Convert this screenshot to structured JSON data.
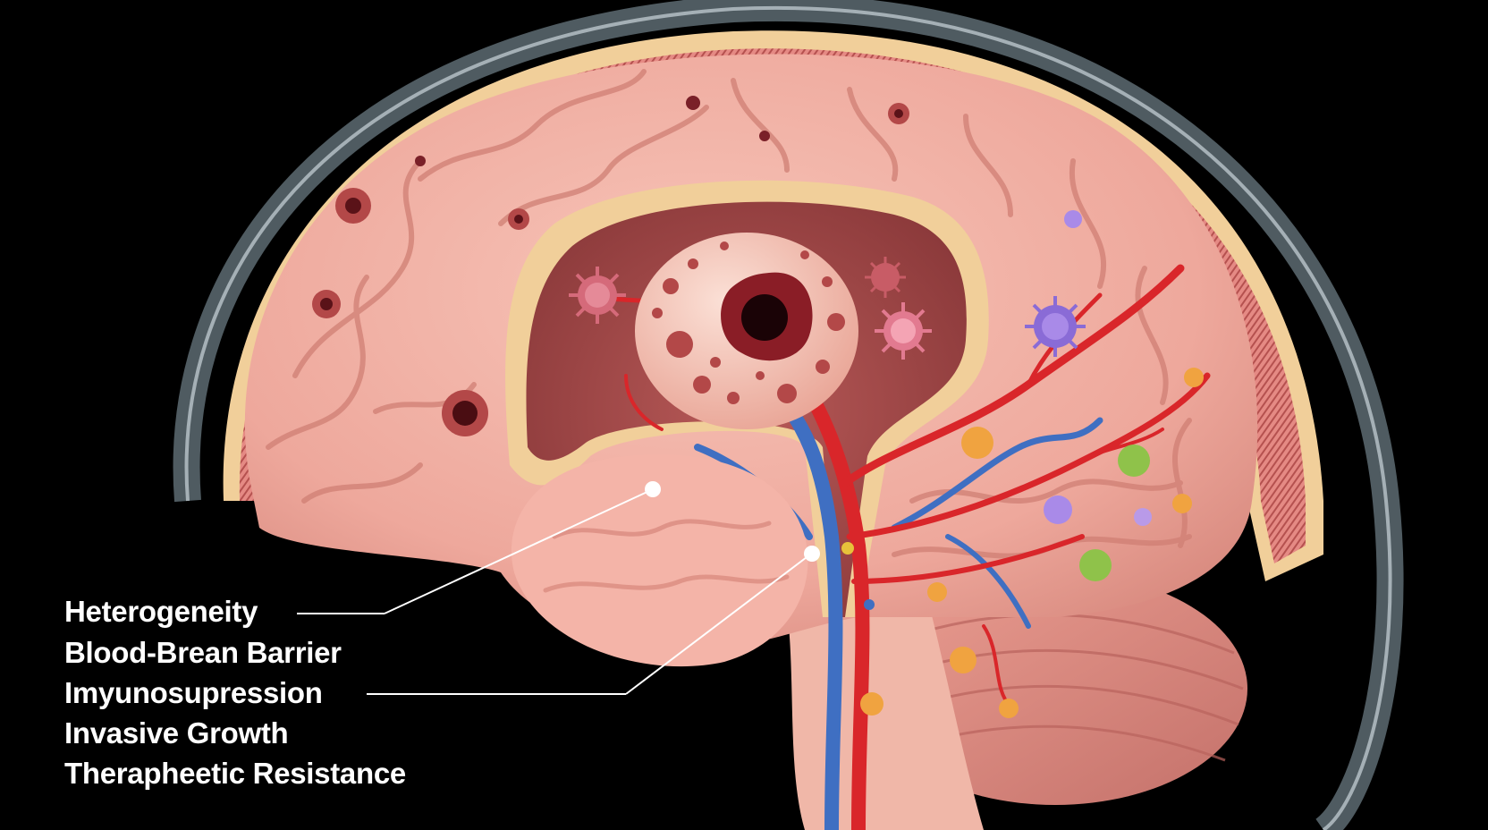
{
  "labels": [
    "Heterogeneity",
    "Blood-Brean Barrier",
    "Imyunosupression",
    "Invasive Growth",
    "Therapheetic Resistance"
  ],
  "colors": {
    "background": "#000000",
    "brain_tissue": "#f2aea3",
    "brain_fold": "#d98b80",
    "dura": "#c96a66",
    "skull_band": "#f1cf9a",
    "tumor": "#f6c4b8",
    "tumor_core": "#8a1d26",
    "artery": "#d9262a",
    "vein": "#3f6fc2",
    "cerebellum": "#e08e84",
    "scalp_glow": "#9fb4bd",
    "leader_line": "#ffffff"
  },
  "icons": [
    "tumor-mass-icon",
    "virus-particle-icon",
    "cell-particle-icon"
  ]
}
